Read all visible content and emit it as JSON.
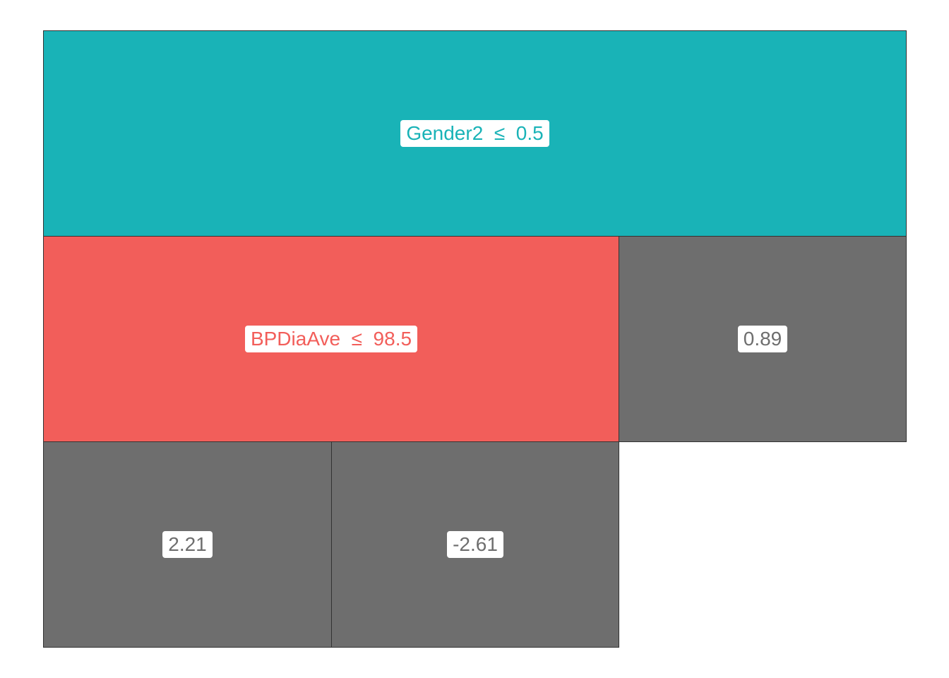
{
  "colors": {
    "split_gender": "#19b3b7",
    "split_bp": "#f25e5a",
    "leaf": "#6e6e6e",
    "label_background": "#ffffff"
  },
  "nodes": {
    "root": {
      "label": "Gender2  ≤  0.5",
      "type": "split",
      "color": "#19b3b7"
    },
    "bp_split": {
      "label": "BPDiaAve  ≤  98.5",
      "type": "split",
      "color": "#f25e5a"
    },
    "leaf_right": {
      "label": "0.89",
      "type": "leaf",
      "value": 0.89,
      "color": "#6e6e6e"
    },
    "leaf_left_left": {
      "label": "2.21",
      "type": "leaf",
      "value": 2.21,
      "color": "#6e6e6e"
    },
    "leaf_left_right": {
      "label": "-2.61",
      "type": "leaf",
      "value": -2.61,
      "color": "#6e6e6e"
    }
  }
}
